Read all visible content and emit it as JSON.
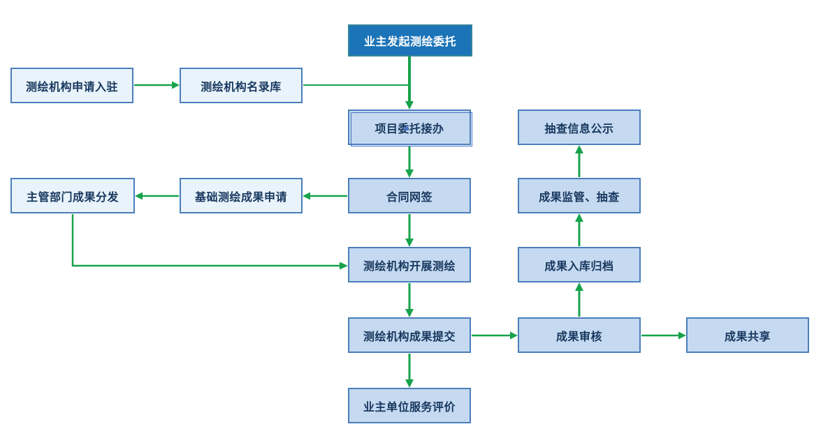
{
  "diagram": {
    "colors": {
      "arrow": "#17a24b",
      "primary_fill": "#1b74b8",
      "primary_border": "#35859b",
      "light_fill": "#e9f3fb",
      "medium_fill": "#c5d9f0",
      "node_border": "#4a7ebb",
      "node_text": "#17375e",
      "selection": "#4472c4",
      "background": "#ffffff"
    },
    "nodes": [
      {
        "id": "owner-initiate",
        "label": "业主发起测绘委托",
        "style": "primary"
      },
      {
        "id": "agency-apply",
        "label": "测绘机构申请入驻",
        "style": "light"
      },
      {
        "id": "agency-directory",
        "label": "测绘机构名录库",
        "style": "light"
      },
      {
        "id": "project-accept",
        "label": "项目委托接办",
        "style": "medium",
        "selected": true
      },
      {
        "id": "spotcheck-publicity",
        "label": "抽查信息公示",
        "style": "medium"
      },
      {
        "id": "dept-distribute",
        "label": "主管部门成果分发",
        "style": "light"
      },
      {
        "id": "basic-results-apply",
        "label": "基础测绘成果申请",
        "style": "light"
      },
      {
        "id": "contract-sign",
        "label": "合同网签",
        "style": "medium"
      },
      {
        "id": "supervision-spotcheck",
        "label": "成果监管、抽查",
        "style": "medium"
      },
      {
        "id": "carry-out-survey",
        "label": "测绘机构开展测绘",
        "style": "medium"
      },
      {
        "id": "results-archive",
        "label": "成果入库归档",
        "style": "medium"
      },
      {
        "id": "results-submit",
        "label": "测绘机构成果提交",
        "style": "medium"
      },
      {
        "id": "results-review",
        "label": "成果审核",
        "style": "medium"
      },
      {
        "id": "results-share",
        "label": "成果共享",
        "style": "medium"
      },
      {
        "id": "owner-evaluate",
        "label": "业主单位服务评价",
        "style": "medium"
      }
    ],
    "edges": [
      {
        "from": "业主发起测绘委托",
        "to": "项目委托接办"
      },
      {
        "from": "测绘机构申请入驻",
        "to": "测绘机构名录库"
      },
      {
        "from": "测绘机构名录库",
        "to": "项目委托接办"
      },
      {
        "from": "项目委托接办",
        "to": "合同网签"
      },
      {
        "from": "合同网签",
        "to": "基础测绘成果申请"
      },
      {
        "from": "基础测绘成果申请",
        "to": "主管部门成果分发"
      },
      {
        "from": "主管部门成果分发",
        "to": "测绘机构开展测绘"
      },
      {
        "from": "合同网签",
        "to": "测绘机构开展测绘"
      },
      {
        "from": "测绘机构开展测绘",
        "to": "测绘机构成果提交"
      },
      {
        "from": "测绘机构成果提交",
        "to": "业主单位服务评价"
      },
      {
        "from": "测绘机构成果提交",
        "to": "成果审核"
      },
      {
        "from": "成果审核",
        "to": "成果入库归档"
      },
      {
        "from": "成果入库归档",
        "to": "成果监管、抽查"
      },
      {
        "from": "成果监管、抽查",
        "to": "抽查信息公示"
      },
      {
        "from": "成果审核",
        "to": "成果共享"
      }
    ]
  }
}
